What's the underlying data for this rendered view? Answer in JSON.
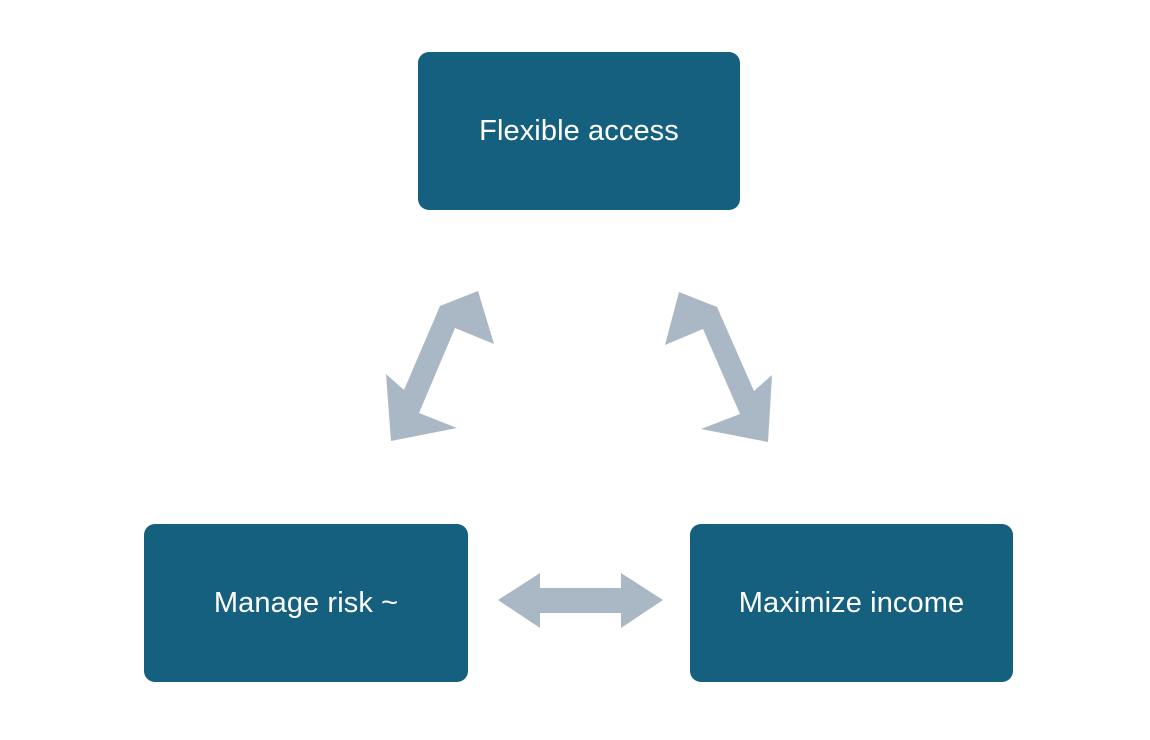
{
  "diagram": {
    "type": "triangle-relationship",
    "background_color": "#ffffff",
    "node_fill_color": "#16607f",
    "node_text_color": "#ffffff",
    "arrow_color": "#aab7c4",
    "nodes": [
      {
        "id": "top",
        "label": "Flexible access",
        "position": "top-center"
      },
      {
        "id": "bottom-left",
        "label": "Manage risk ~",
        "position": "bottom-left"
      },
      {
        "id": "bottom-right",
        "label": "Maximize income",
        "position": "bottom-right"
      }
    ],
    "connectors": [
      {
        "id": "left-diagonal",
        "from": "bottom-left",
        "to": "top",
        "style": "double-headed-arrow",
        "orientation": "diagonal-up-right"
      },
      {
        "id": "right-diagonal",
        "from": "top",
        "to": "bottom-right",
        "style": "double-headed-arrow",
        "orientation": "diagonal-down-right"
      },
      {
        "id": "bottom-horizontal",
        "from": "bottom-left",
        "to": "bottom-right",
        "style": "double-headed-arrow",
        "orientation": "horizontal"
      }
    ]
  }
}
